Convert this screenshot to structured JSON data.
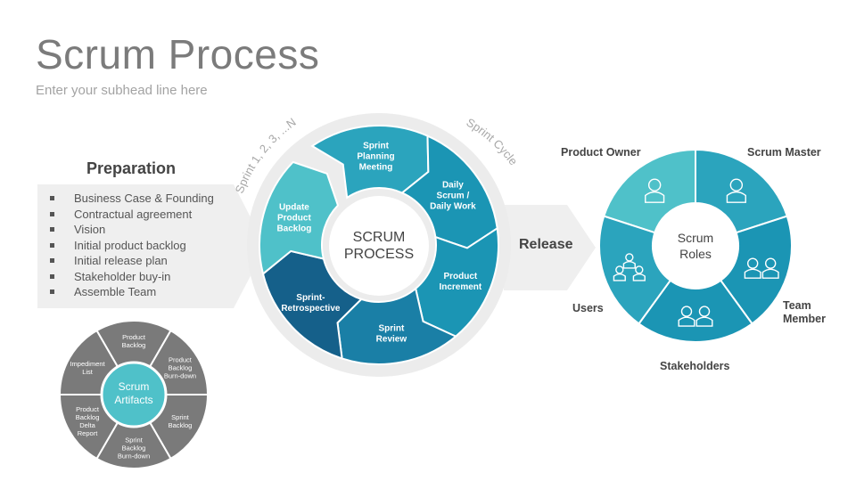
{
  "title": "Scrum Process",
  "subhead": "Enter your subhead line here",
  "preparation": {
    "title": "Preparation",
    "items": [
      "Business Case & Founding",
      "Contractual agreement",
      "Vision",
      "Initial product backlog",
      "Initial release plan",
      "Stakeholder buy-in",
      "Assemble Team"
    ]
  },
  "artifacts": {
    "center_line1": "Scrum",
    "center_line2": "Artifacts",
    "segments": [
      [
        "Product",
        "Backlog"
      ],
      [
        "Product",
        "Backlog",
        "Burn-down"
      ],
      [
        "Sprint",
        "Backlog"
      ],
      [
        "Sprint",
        "Backlog",
        "Burn-down"
      ],
      [
        "Product",
        "Backlog",
        "Delta",
        "Report"
      ],
      [
        "Impediment",
        "List"
      ]
    ]
  },
  "process": {
    "center_line1": "SCRUM",
    "center_line2": "PROCESS",
    "arc_left": "Sprint 1, 2, 3, ...N",
    "arc_right": "Sprint Cycle",
    "segments": [
      [
        "Sprint",
        "Planning",
        "Meeting"
      ],
      [
        "Daily",
        "Scrum /",
        "Daily Work"
      ],
      [
        "Product",
        "Increment"
      ],
      [
        "Sprint",
        "Review"
      ],
      [
        "Sprint-",
        "Retrospective"
      ],
      [
        "Update",
        "Product",
        "Backlog"
      ]
    ]
  },
  "release": "Release",
  "roles": {
    "center_line1": "Scrum",
    "center_line2": "Roles",
    "labels": {
      "product_owner": "Product Owner",
      "scrum_master": "Scrum Master",
      "team_member_1": "Team",
      "team_member_2": "Member",
      "stakeholders": "Stakeholders",
      "users": "Users"
    }
  },
  "colors": {
    "teal_light": "#4fc1c9",
    "teal_mid": "#2ba4bd",
    "teal": "#1b95b4",
    "blue_mid": "#1a7fa6",
    "blue_dark": "#15608a",
    "grey_dark": "#7a7a7a",
    "grey_band": "#e9e9e9"
  }
}
